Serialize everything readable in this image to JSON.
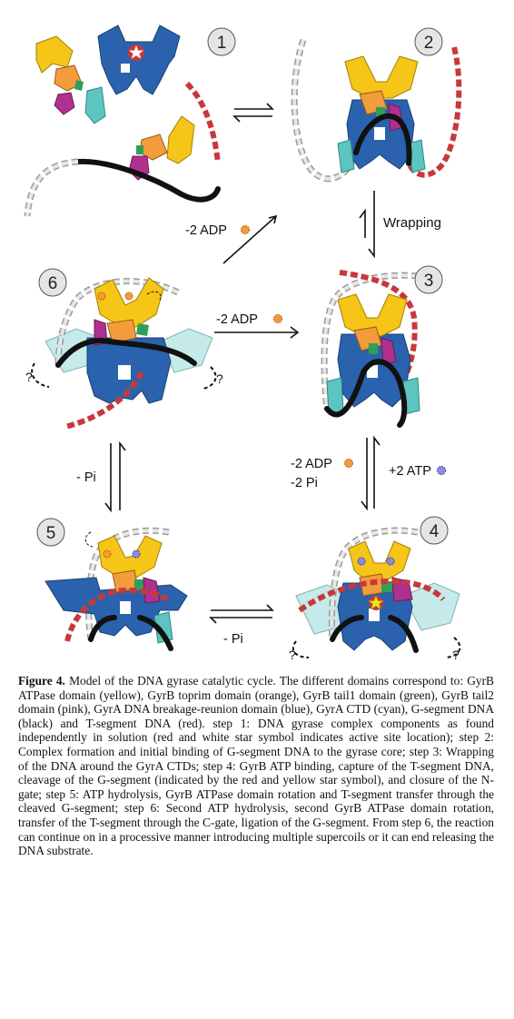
{
  "steps": [
    "1",
    "2",
    "3",
    "4",
    "5",
    "6"
  ],
  "labels": {
    "wrapping": "Wrapping",
    "adp_top": "-2 ADP",
    "adp_mid": "-2 ADP",
    "adp_right": "-2 ADP",
    "pi_right": "-2 Pi",
    "atp_right": "+2 ATP",
    "pi_left": "- Pi",
    "pi_bottom": "- Pi",
    "question": "?"
  },
  "caption": {
    "label": "Figure 4.",
    "text": "Model of the DNA gyrase catalytic cycle. The different domains correspond to: GyrB ATPase domain (yellow), GyrB toprim domain (orange), GyrB tail1 domain (green), GyrB tail2 domain (pink), GyrA DNA breakage-reunion domain (blue), GyrA CTD (cyan), G-segment DNA (black) and T-segment DNA (red). step 1: DNA gyrase complex components as found independently in solution (red and white star symbol indicates active site location); step 2: Complex formation and initial binding of G-segment DNA to the gyrase core; step 3: Wrapping of the DNA around the GyrA CTDs; step 4: GyrB ATP binding, capture of the T-segment DNA, cleavage of the G-segment (indicated by the red and yellow star symbol), and closure of the N-gate; step 5: ATP hydrolysis, GyrB ATPase domain rotation and T-segment transfer through the cleaved G-segment; step 6: Second ATP hydrolysis, second GyrB ATPase domain rotation, transfer of the T-segment through the C-gate, ligation of the G-segment. From step 6, the reaction can continue on in a processive manner introducing multiple supercoils or it can end releasing the DNA substrate."
  },
  "colors": {
    "gyrb_atpase": "#f5c518",
    "gyrb_toprim": "#f39c3c",
    "gyrb_tail1": "#2e9e5b",
    "gyrb_tail2": "#b0308f",
    "gyra_core": "#2a62ad",
    "gyra_ctd": "#5dc4c0",
    "g_segment": "#111111",
    "t_segment": "#c8383a",
    "dna_dashed": "#d7d7d7"
  }
}
